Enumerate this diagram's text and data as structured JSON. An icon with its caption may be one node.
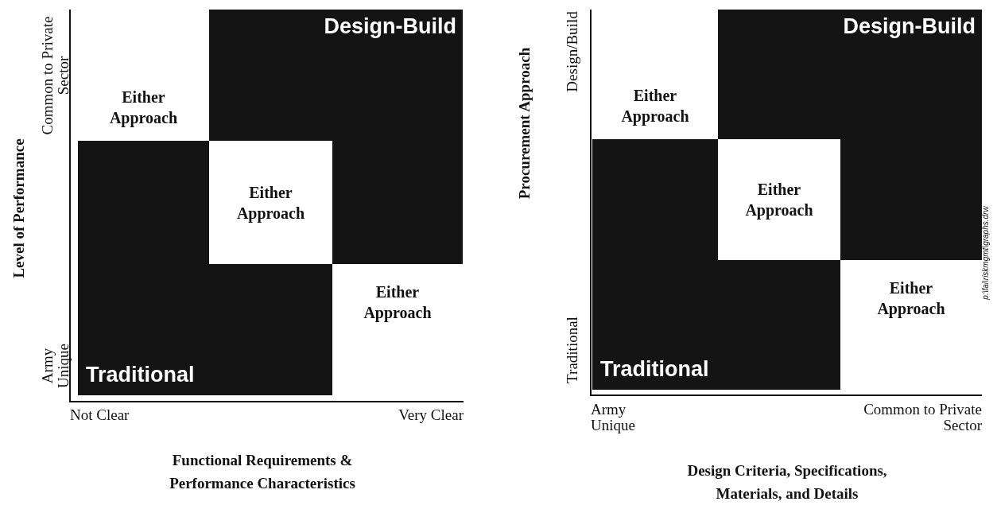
{
  "diagram": {
    "nodes": [
      {
        "text": [
          "Design-Build"
        ]
      },
      {
        "text": [
          "Traditional"
        ]
      },
      {
        "text": [
          "Either Approach"
        ]
      },
      {
        "text": [
          "Either Approach"
        ]
      },
      {
        "text": [
          "Either Approach"
        ]
      },
      {
        "text": [
          "Design-Build"
        ]
      },
      {
        "text": [
          "Traditional"
        ]
      },
      {
        "text": [
          "Either Approach"
        ]
      },
      {
        "text": [
          "Either Approach"
        ]
      },
      {
        "text": [
          "Either Approach"
        ]
      }
    ],
    "edges": [],
    "labels": [
      "Common to Private Sector",
      "Army Unique",
      "Level of Performance",
      "Not Clear",
      "Very Clear",
      "Functional Requirements & Performance Characteristics",
      "Procurement Approach",
      "Design/Build",
      "Traditional",
      "Army Unique",
      "Common to Private Sector",
      "Design Criteria, Specifications, Materials, and Details",
      "p:\\fai\\riskmgmt\\graphs.drw"
    ]
  }
}
